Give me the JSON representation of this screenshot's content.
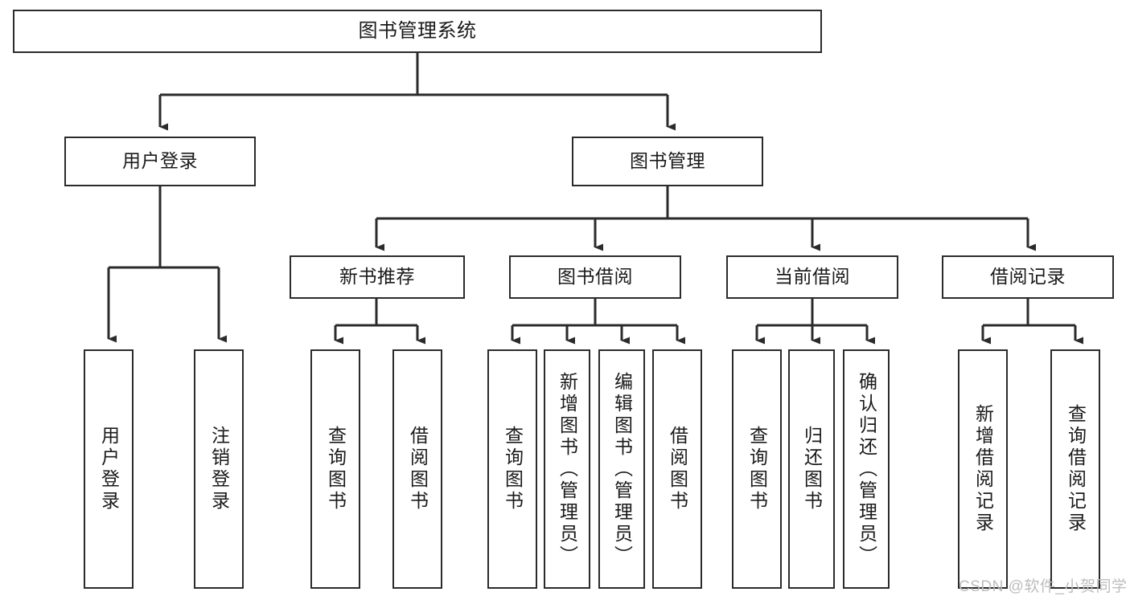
{
  "diagram": {
    "title_node": {
      "id": "root",
      "label": "图书管理系统"
    },
    "level2": [
      {
        "id": "user-login",
        "label": "用户登录"
      },
      {
        "id": "book-management",
        "label": "图书管理"
      }
    ],
    "level3": [
      {
        "id": "new-book-recommend",
        "label": "新书推荐"
      },
      {
        "id": "book-borrow",
        "label": "图书借阅"
      },
      {
        "id": "current-borrow",
        "label": "当前借阅"
      },
      {
        "id": "borrow-record",
        "label": "借阅记录"
      }
    ],
    "leaves": {
      "user_login": [
        {
          "id": "leaf-user-login",
          "label": "用户登录"
        },
        {
          "id": "leaf-logout-login",
          "label": "注销登录"
        }
      ],
      "new_book_recommend": [
        {
          "id": "leaf-query-book-1",
          "label": "查询图书"
        },
        {
          "id": "leaf-borrow-book-1",
          "label": "借阅图书"
        }
      ],
      "book_borrow": [
        {
          "id": "leaf-query-book-2",
          "label": "查询图书"
        },
        {
          "id": "leaf-add-book",
          "label": "新增图书（管理员）"
        },
        {
          "id": "leaf-edit-book",
          "label": "编辑图书（管理员）"
        },
        {
          "id": "leaf-borrow-book-2",
          "label": "借阅图书"
        }
      ],
      "current_borrow": [
        {
          "id": "leaf-query-book-3",
          "label": "查询图书"
        },
        {
          "id": "leaf-return-book",
          "label": "归还图书"
        },
        {
          "id": "leaf-confirm-return",
          "label": "确认归还（管理员）"
        }
      ],
      "borrow_record": [
        {
          "id": "leaf-add-record",
          "label": "新增借阅记录"
        },
        {
          "id": "leaf-query-record",
          "label": "查询借阅记录"
        }
      ]
    },
    "watermark": "CSDN @软件_小贺同学",
    "colors": {
      "stroke": "#2b2b2b",
      "fill": "#ffffff",
      "text": "#1a1a1a",
      "watermark": "#bdbdbd"
    }
  }
}
